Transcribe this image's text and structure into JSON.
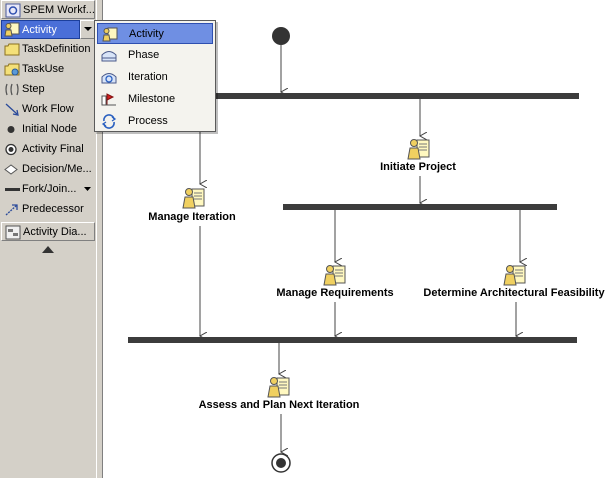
{
  "palette": {
    "items": [
      {
        "label": "SPEM Workf...",
        "icon": "spem-workflow-icon"
      },
      {
        "label": "Activity",
        "icon": "activity-icon",
        "selected": true
      },
      {
        "label": "TaskDefinition",
        "icon": "task-definition-icon"
      },
      {
        "label": "TaskUse",
        "icon": "task-use-icon"
      },
      {
        "label": "Step",
        "icon": "step-icon"
      },
      {
        "label": "Work Flow",
        "icon": "work-flow-icon"
      },
      {
        "label": "Initial Node",
        "icon": "initial-node-icon"
      },
      {
        "label": "Activity Final",
        "icon": "activity-final-icon"
      },
      {
        "label": "Decision/Me...",
        "icon": "decision-merge-icon"
      },
      {
        "label": "Fork/Join...",
        "icon": "fork-join-icon"
      },
      {
        "label": "Predecessor",
        "icon": "predecessor-icon"
      },
      {
        "label": "Activity Dia...",
        "icon": "activity-diagram-icon"
      }
    ]
  },
  "dropdown": {
    "items": [
      {
        "label": "Activity",
        "icon": "activity-icon",
        "active": true
      },
      {
        "label": "Phase",
        "icon": "phase-icon"
      },
      {
        "label": "Iteration",
        "icon": "iteration-icon"
      },
      {
        "label": "Milestone",
        "icon": "milestone-icon"
      },
      {
        "label": "Process",
        "icon": "process-icon"
      }
    ]
  },
  "diagram": {
    "nodes": {
      "initiate_project": "Initiate Project",
      "manage_iteration": "Manage Iteration",
      "manage_requirements": "Manage Requirements",
      "determine_feasibility": "Determine Architectural Feasibility",
      "assess_plan": "Assess and Plan Next Iteration"
    }
  },
  "colors": {
    "palette_bg": "#d4d0c8",
    "selection_blue": "#4a6fd8",
    "bar": "#3c3c3c"
  }
}
